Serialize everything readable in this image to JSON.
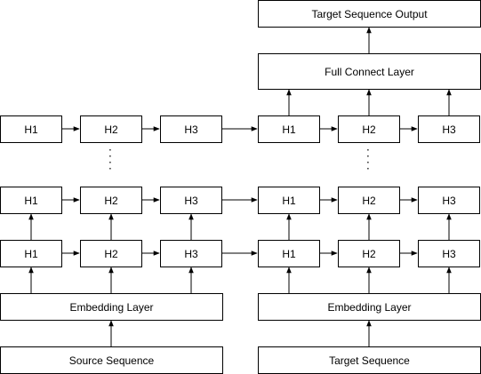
{
  "encoder": {
    "input_label": "Source Sequence",
    "embedding_label": "Embedding Layer",
    "row_top": [
      "H1",
      "H2",
      "H3"
    ],
    "row_mid": [
      "H1",
      "H2",
      "H3"
    ],
    "row_bottom": [
      "H1",
      "H2",
      "H3"
    ]
  },
  "decoder": {
    "input_label": "Target Sequence",
    "embedding_label": "Embedding Layer",
    "row_top": [
      "H1",
      "H2",
      "H3"
    ],
    "row_mid": [
      "H1",
      "H2",
      "H3"
    ],
    "row_bottom": [
      "H1",
      "H2",
      "H3"
    ],
    "fc_label": "Full Connect Layer",
    "output_label": "Target Sequence Output"
  },
  "ellipsis": "·\n·\n·\n·"
}
